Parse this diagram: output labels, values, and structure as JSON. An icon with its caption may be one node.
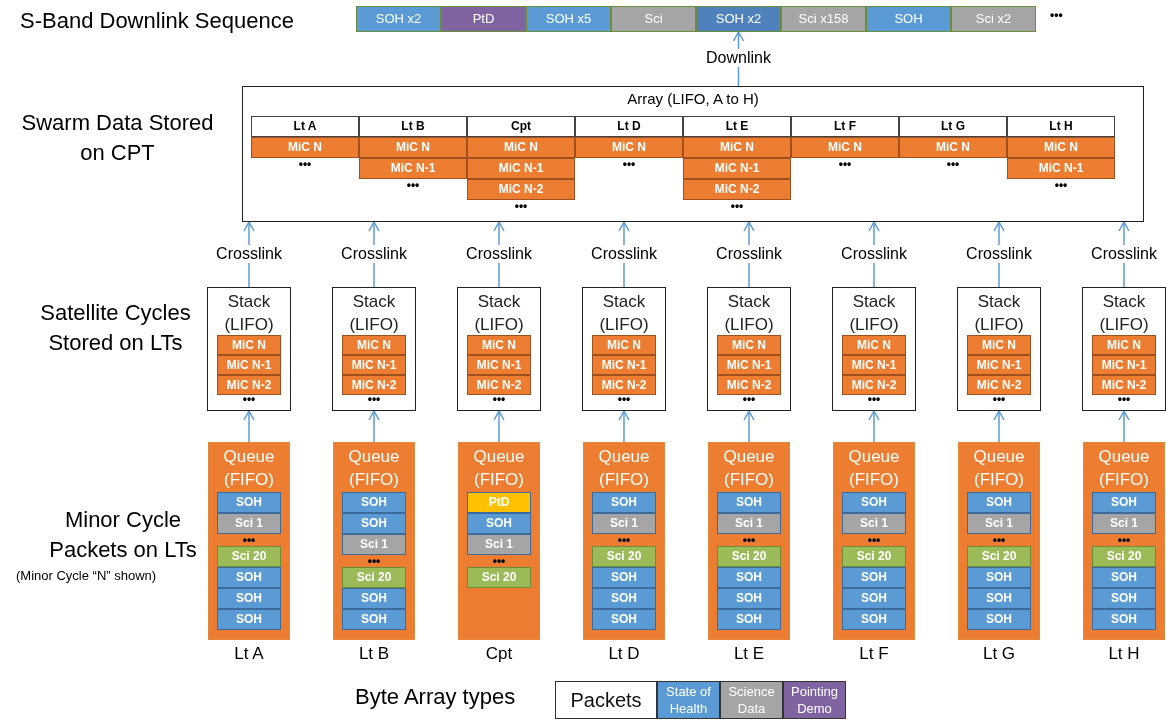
{
  "diagram": {
    "nodes": [
      {
        "text": [
          "SOH x2"
        ]
      },
      {
        "text": [
          "PtD"
        ]
      },
      {
        "text": [
          "SOH x5"
        ]
      },
      {
        "text": [
          "Sci"
        ]
      },
      {
        "text": [
          "SOH x2"
        ]
      },
      {
        "text": [
          "Sci x158"
        ]
      },
      {
        "text": [
          "SOH"
        ]
      },
      {
        "text": [
          "Sci x2"
        ]
      },
      {
        "text": [
          "Array (LIFO, A to H)"
        ]
      },
      {
        "text": [
          "Lt A"
        ],
        "in": 8
      },
      {
        "text": [
          "MiC N"
        ],
        "in": 8
      },
      {
        "text": [
          "Lt B"
        ],
        "in": 8
      },
      {
        "text": [
          "MiC N"
        ],
        "in": 8
      },
      {
        "text": [
          "MiC N-1"
        ],
        "in": 8
      },
      {
        "text": [
          "Cpt"
        ],
        "in": 8
      },
      {
        "text": [
          "MiC N"
        ],
        "in": 8
      },
      {
        "text": [
          "MiC N-1"
        ],
        "in": 8
      },
      {
        "text": [
          "MiC N-2"
        ],
        "in": 8
      },
      {
        "text": [
          "Lt D"
        ],
        "in": 8
      },
      {
        "text": [
          "MiC N"
        ],
        "in": 8
      },
      {
        "text": [
          "Lt E"
        ],
        "in": 8
      },
      {
        "text": [
          "MiC N"
        ],
        "in": 8
      },
      {
        "text": [
          "MiC N-1"
        ],
        "in": 8
      },
      {
        "text": [
          "MiC N-2"
        ],
        "in": 8
      },
      {
        "text": [
          "Lt F"
        ],
        "in": 8
      },
      {
        "text": [
          "MiC N"
        ],
        "in": 8
      },
      {
        "text": [
          "Lt G"
        ],
        "in": 8
      },
      {
        "text": [
          "MiC N"
        ],
        "in": 8
      },
      {
        "text": [
          "Lt H"
        ],
        "in": 8
      },
      {
        "text": [
          "MiC N"
        ],
        "in": 8
      },
      {
        "text": [
          "MiC N-1"
        ],
        "in": 8
      },
      {
        "text": [
          "Stack (LIFO)"
        ]
      },
      {
        "text": [
          "MiC N"
        ],
        "in": 31
      },
      {
        "text": [
          "MiC N-1"
        ],
        "in": 31
      },
      {
        "text": [
          "MiC N-2"
        ],
        "in": 31
      },
      {
        "text": [
          "Stack (LIFO)"
        ]
      },
      {
        "text": [
          "MiC N"
        ],
        "in": 35
      },
      {
        "text": [
          "MiC N-1"
        ],
        "in": 35
      },
      {
        "text": [
          "MiC N-2"
        ],
        "in": 35
      },
      {
        "text": [
          "Stack (LIFO)"
        ]
      },
      {
        "text": [
          "MiC N"
        ],
        "in": 39
      },
      {
        "text": [
          "MiC N-1"
        ],
        "in": 39
      },
      {
        "text": [
          "MiC N-2"
        ],
        "in": 39
      },
      {
        "text": [
          "Stack (LIFO)"
        ]
      },
      {
        "text": [
          "MiC N"
        ],
        "in": 43
      },
      {
        "text": [
          "MiC N-1"
        ],
        "in": 43
      },
      {
        "text": [
          "MiC N-2"
        ],
        "in": 43
      },
      {
        "text": [
          "Stack (LIFO)"
        ]
      },
      {
        "text": [
          "MiC N"
        ],
        "in": 47
      },
      {
        "text": [
          "MiC N-1"
        ],
        "in": 47
      },
      {
        "text": [
          "MiC N-2"
        ],
        "in": 47
      },
      {
        "text": [
          "Stack (LIFO)"
        ]
      },
      {
        "text": [
          "MiC N"
        ],
        "in": 51
      },
      {
        "text": [
          "MiC N-1"
        ],
        "in": 51
      },
      {
        "text": [
          "MiC N-2"
        ],
        "in": 51
      },
      {
        "text": [
          "Stack (LIFO)"
        ]
      },
      {
        "text": [
          "MiC N"
        ],
        "in": 55
      },
      {
        "text": [
          "MiC N-1"
        ],
        "in": 55
      },
      {
        "text": [
          "MiC N-2"
        ],
        "in": 55
      },
      {
        "text": [
          "Stack (LIFO)"
        ]
      },
      {
        "text": [
          "MiC N"
        ],
        "in": 59
      },
      {
        "text": [
          "MiC N-1"
        ],
        "in": 59
      },
      {
        "text": [
          "MiC N-2"
        ],
        "in": 59
      },
      {
        "text": [
          "Queue (FIFO)"
        ],
        "beside": [
          "Lt A"
        ]
      },
      {
        "text": [
          "SOH"
        ],
        "in": 63
      },
      {
        "text": [
          "Sci 1"
        ],
        "in": 63
      },
      {
        "text": [
          "Sci 20"
        ],
        "in": 63
      },
      {
        "text": [
          "SOH"
        ],
        "in": 63
      },
      {
        "text": [
          "SOH"
        ],
        "in": 63
      },
      {
        "text": [
          "SOH"
        ],
        "in": 63
      },
      {
        "text": [
          "Queue (FIFO)"
        ],
        "beside": [
          "Lt B"
        ]
      },
      {
        "text": [
          "SOH"
        ],
        "in": 70
      },
      {
        "text": [
          "SOH"
        ],
        "in": 70
      },
      {
        "text": [
          "Sci 1"
        ],
        "in": 70
      },
      {
        "text": [
          "Sci 20"
        ],
        "in": 70
      },
      {
        "text": [
          "SOH"
        ],
        "in": 70
      },
      {
        "text": [
          "SOH"
        ],
        "in": 70
      },
      {
        "text": [
          "Queue (FIFO)"
        ],
        "beside": [
          "Cpt"
        ]
      },
      {
        "text": [
          "PtD"
        ],
        "in": 77
      },
      {
        "text": [
          "SOH"
        ],
        "in": 77
      },
      {
        "text": [
          "Sci 1"
        ],
        "in": 77
      },
      {
        "text": [
          "Sci 20"
        ],
        "in": 77
      },
      {
        "text": [
          "Queue (FIFO)"
        ],
        "beside": [
          "Lt D"
        ]
      },
      {
        "text": [
          "SOH"
        ],
        "in": 82
      },
      {
        "text": [
          "Sci 1"
        ],
        "in": 82
      },
      {
        "text": [
          "Sci 20"
        ],
        "in": 82
      },
      {
        "text": [
          "SOH"
        ],
        "in": 82
      },
      {
        "text": [
          "SOH"
        ],
        "in": 82
      },
      {
        "text": [
          "SOH"
        ],
        "in": 82
      },
      {
        "text": [
          "Queue (FIFO)"
        ],
        "beside": [
          "Lt E"
        ]
      },
      {
        "text": [
          "SOH"
        ],
        "in": 89
      },
      {
        "text": [
          "Sci 1"
        ],
        "in": 89
      },
      {
        "text": [
          "Sci 20"
        ],
        "in": 89
      },
      {
        "text": [
          "SOH"
        ],
        "in": 89
      },
      {
        "text": [
          "SOH"
        ],
        "in": 89
      },
      {
        "text": [
          "SOH"
        ],
        "in": 89
      },
      {
        "text": [
          "Queue (FIFO)"
        ],
        "beside": [
          "Lt F"
        ]
      },
      {
        "text": [
          "SOH"
        ],
        "in": 96
      },
      {
        "text": [
          "Sci 1"
        ],
        "in": 96
      },
      {
        "text": [
          "Sci 20"
        ],
        "in": 96
      },
      {
        "text": [
          "SOH"
        ],
        "in": 96
      },
      {
        "text": [
          "SOH"
        ],
        "in": 96
      },
      {
        "text": [
          "SOH"
        ],
        "in": 96
      },
      {
        "text": [
          "Queue (FIFO)"
        ],
        "beside": [
          "Lt G"
        ]
      },
      {
        "text": [
          "SOH"
        ],
        "in": 103
      },
      {
        "text": [
          "Sci 1"
        ],
        "in": 103
      },
      {
        "text": [
          "Sci 20"
        ],
        "in": 103
      },
      {
        "text": [
          "SOH"
        ],
        "in": 103
      },
      {
        "text": [
          "SOH"
        ],
        "in": 103
      },
      {
        "text": [
          "SOH"
        ],
        "in": 103
      },
      {
        "text": [
          "Queue (FIFO)"
        ],
        "beside": [
          "Lt H"
        ]
      },
      {
        "text": [
          "SOH"
        ],
        "in": 110
      },
      {
        "text": [
          "Sci 1"
        ],
        "in": 110
      },
      {
        "text": [
          "Sci 20"
        ],
        "in": 110
      },
      {
        "text": [
          "SOH"
        ],
        "in": 110
      },
      {
        "text": [
          "SOH"
        ],
        "in": 110
      },
      {
        "text": [
          "SOH"
        ],
        "in": 110
      }
    ],
    "edges": [
      {
        "from": 8,
        "to": 4,
        "arrow": "to",
        "label": "Downlink"
      },
      {
        "from": 31,
        "to": 8,
        "arrow": "to",
        "label": "Crosslink"
      },
      {
        "from": 35,
        "to": 8,
        "arrow": "to",
        "label": "Crosslink"
      },
      {
        "from": 39,
        "to": 8,
        "arrow": "to",
        "label": "Crosslink"
      },
      {
        "from": 43,
        "to": 8,
        "arrow": "to",
        "label": "Crosslink"
      },
      {
        "from": 47,
        "to": 8,
        "arrow": "to",
        "label": "Crosslink"
      },
      {
        "from": 51,
        "to": 8,
        "arrow": "to",
        "label": "Crosslink"
      },
      {
        "from": 55,
        "to": 8,
        "arrow": "to",
        "label": "Crosslink"
      },
      {
        "from": 59,
        "to": 8,
        "arrow": "to",
        "label": "Crosslink"
      },
      {
        "from": 63,
        "to": 31,
        "arrow": "to"
      },
      {
        "from": 70,
        "to": 35,
        "arrow": "to"
      },
      {
        "from": 77,
        "to": 39,
        "arrow": "to"
      },
      {
        "from": 82,
        "to": 43,
        "arrow": "to"
      },
      {
        "from": 89,
        "to": 47,
        "arrow": "to"
      },
      {
        "from": 96,
        "to": 51,
        "arrow": "to"
      },
      {
        "from": 103,
        "to": 55,
        "arrow": "to"
      },
      {
        "from": 110,
        "to": 59,
        "arrow": "to"
      }
    ],
    "labels": [
      "S-Band Downlink Sequence",
      "•••",
      "Swarm Data Stored on CPT",
      "•••",
      "•••",
      "•••",
      "•••",
      "•••",
      "•••",
      "•••",
      "•••",
      "Satellite Cycles Stored on LTs",
      "•••",
      "•••",
      "•••",
      "•••",
      "•••",
      "•••",
      "•••",
      "•••",
      "Minor Cycle Packets on LTs",
      "(Minor Cycle “N” shown)",
      "•••",
      "•••",
      "•••",
      "•••",
      "•••",
      "•••",
      "•••",
      "•••",
      "Byte Array types"
    ],
    "legend": [
      {
        "text": "Packets",
        "color": "#ffffff"
      },
      {
        "text": "State of Health",
        "color": "#5b9bd5"
      },
      {
        "text": "Science Data",
        "color": "#a5a5a5"
      },
      {
        "text": "Pointing Demo",
        "color": "#8064a2"
      }
    ]
  }
}
